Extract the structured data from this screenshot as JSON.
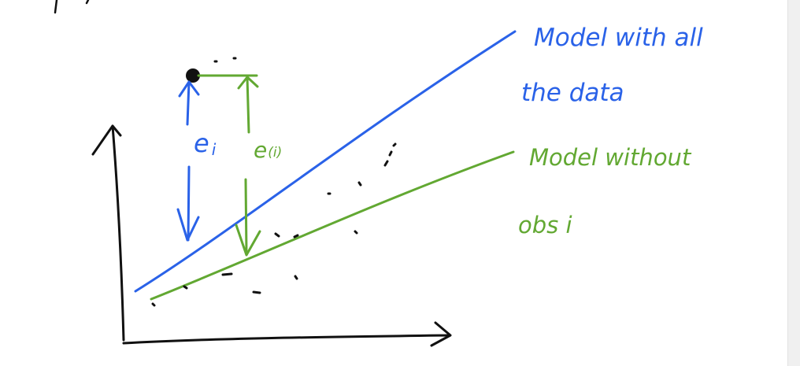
{
  "colors": {
    "ink": "#111111",
    "blue": "#2a62e8",
    "green": "#62a832"
  },
  "labels": {
    "full_model_line1": "Model with all",
    "full_model_line2": "the data",
    "reduced_model_line1": "Model without",
    "reduced_model_line2": "obs i",
    "residual_full": "e",
    "residual_full_sub": "i",
    "residual_deleted": "e",
    "residual_deleted_sub": "(i)"
  }
}
